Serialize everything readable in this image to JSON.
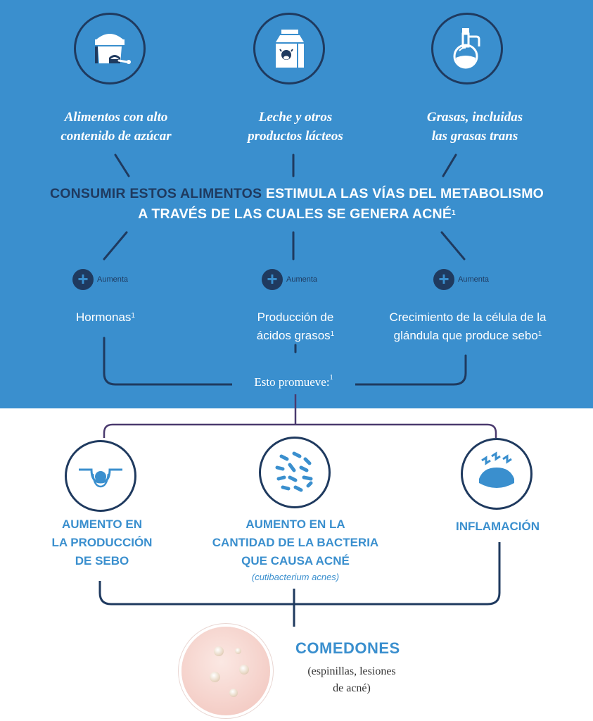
{
  "foods": [
    {
      "line1": "Alimentos con alto",
      "line2": "contenido de azúcar",
      "icon": "sugar-bag-icon"
    },
    {
      "line1": "Leche y otros",
      "line2": "productos lácteos",
      "icon": "milk-carton-icon"
    },
    {
      "line1": "Grasas, incluidas",
      "line2": "las grasas trans",
      "icon": "oil-bottle-icon"
    }
  ],
  "headline": {
    "highlight": "CONSUMIR ESTOS ALIMENTOS",
    "rest": "ESTIMULA LAS VÍAS DEL METABOLISMO A TRAVÉS DE LAS CUALES SE GENERA ACNÉ",
    "ref": "1"
  },
  "increase_label": "Aumenta",
  "effects": [
    {
      "line1": "Hormonas",
      "line2": "",
      "ref": "1"
    },
    {
      "line1": "Producción de",
      "line2": "ácidos grasos",
      "ref": "1"
    },
    {
      "line1": "Crecimiento de la célula de la",
      "line2": "glándula que produce sebo",
      "ref": "1"
    }
  ],
  "promotes": {
    "text": "Esto promueve:",
    "ref": "1"
  },
  "results": [
    {
      "line1": "AUMENTO EN",
      "line2": "LA PRODUCCIÓN",
      "line3": "DE SEBO",
      "icon": "sebaceous-gland-icon"
    },
    {
      "line1": "AUMENTO EN LA",
      "line2": "CANTIDAD DE LA BACTERIA",
      "line3": "QUE CAUSA ACNÉ",
      "sub": "(cutibacterium acnes)",
      "icon": "bacteria-icon"
    },
    {
      "line1": "INFLAMACIÓN",
      "icon": "inflammation-icon"
    }
  ],
  "outcome": {
    "title": "COMEDONES",
    "sub1": "(espinillas, lesiones",
    "sub2": "de acné)"
  },
  "colors": {
    "blue": "#3a8fce",
    "navy": "#1f3a5f",
    "purple": "#4a3a6e"
  }
}
